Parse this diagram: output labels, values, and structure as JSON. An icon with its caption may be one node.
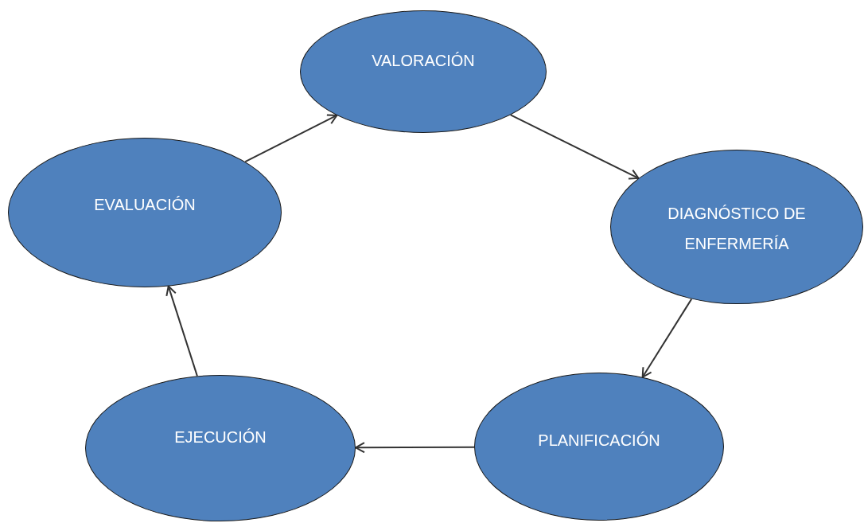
{
  "diagram": {
    "nodes": [
      {
        "text": [
          "VALORACIÓN"
        ]
      },
      {
        "text": [
          "DIAGNÓSTICO DE ENFERMERÍA"
        ]
      },
      {
        "text": [
          "PLANIFICACIÓN"
        ]
      },
      {
        "text": [
          "EJECUCIÓN"
        ]
      },
      {
        "text": [
          "EVALUACIÓN"
        ]
      }
    ],
    "edges": [
      {
        "from": 0,
        "to": 1,
        "arrow": "to"
      },
      {
        "from": 1,
        "to": 2,
        "arrow": "to"
      },
      {
        "from": 2,
        "to": 3,
        "arrow": "to"
      },
      {
        "from": 3,
        "to": 4,
        "arrow": "to"
      },
      {
        "from": 4,
        "to": 0,
        "arrow": "to"
      }
    ]
  }
}
